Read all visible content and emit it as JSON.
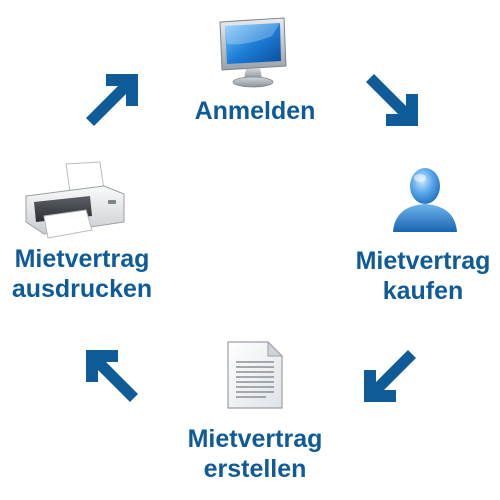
{
  "steps": {
    "login": {
      "label": "Anmelden",
      "icon": "monitor-icon"
    },
    "buy": {
      "line1": "Mietvertrag",
      "line2": "kaufen",
      "icon": "user-icon"
    },
    "create": {
      "line1": "Mietvertrag",
      "line2": "erstellen",
      "icon": "document-icon"
    },
    "print": {
      "line1": "Mietvertrag",
      "line2": "ausdrucken",
      "icon": "printer-icon"
    }
  },
  "arrows": [
    "arrow-up-right-icon",
    "arrow-down-right-icon",
    "arrow-down-left-icon",
    "arrow-up-left-icon"
  ],
  "colors": {
    "label": "#0f5b98",
    "arrow": "#0f5b98"
  }
}
